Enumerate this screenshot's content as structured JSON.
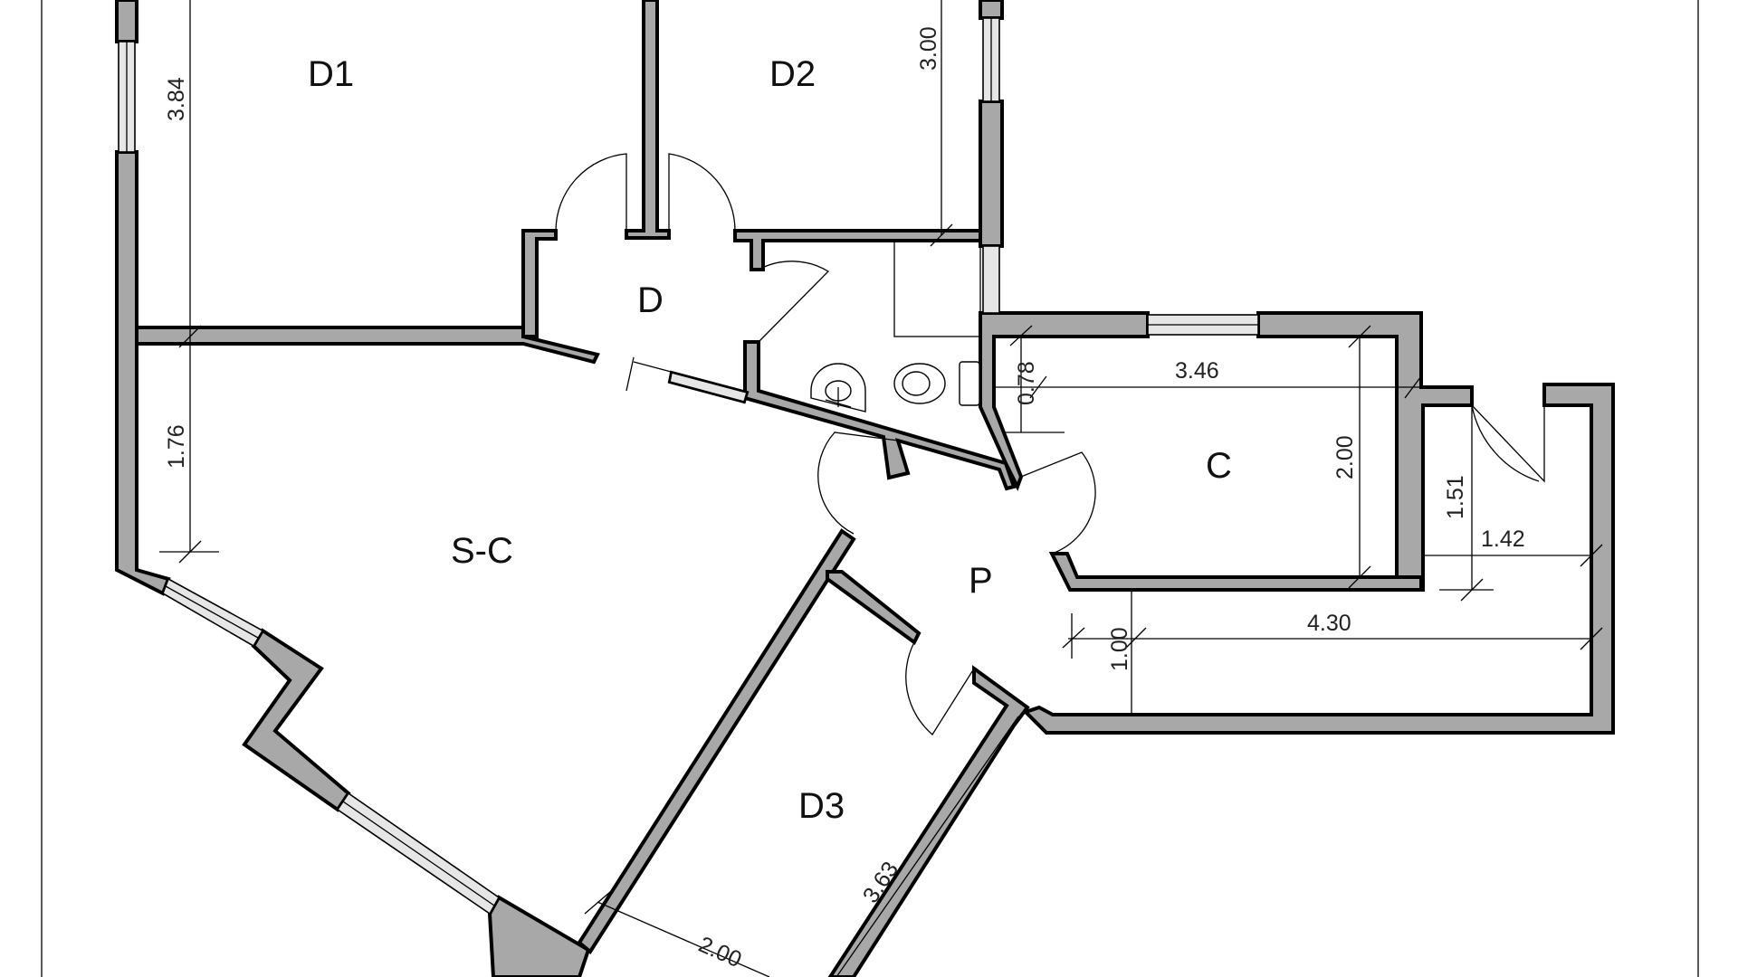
{
  "floor_plan": {
    "rooms": {
      "d1": "D1",
      "d2": "D2",
      "d": "D",
      "sc": "S-C",
      "c": "C",
      "p": "P",
      "d3": "D3"
    },
    "dimensions": {
      "d1_height": "3.84",
      "d2_height": "3.00",
      "sc_height": "1.76",
      "c_width": "3.46",
      "c_height": "2.00",
      "c_notch": "0.78",
      "balcony_height": "1.51",
      "balcony_width": "1.42",
      "corridor_width": "4.30",
      "corridor_height": "1.00",
      "d3_length": "3.63",
      "d3_width": "2.00"
    },
    "colors": {
      "wall_fill": "#a8a8a8",
      "line": "#000000",
      "background": "#ffffff"
    }
  }
}
